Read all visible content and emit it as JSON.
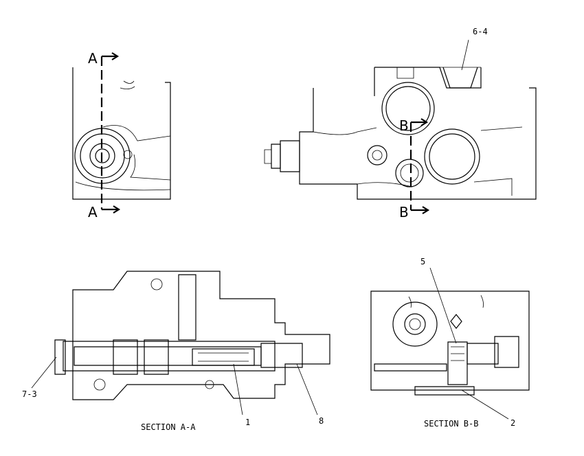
{
  "views": {
    "left_view": {
      "cut_top": "A",
      "cut_bottom": "A"
    },
    "right_view": {
      "cut_top": "B",
      "cut_bottom": "B"
    }
  },
  "sections": {
    "a_a": {
      "title": "SECTION A-A"
    },
    "b_b": {
      "title": "SECTION B-B"
    }
  },
  "callouts": {
    "c_6_4": "6-4",
    "c_5": "5",
    "c_7_3": "7-3",
    "c_1": "1",
    "c_8": "8",
    "c_2": "2"
  }
}
